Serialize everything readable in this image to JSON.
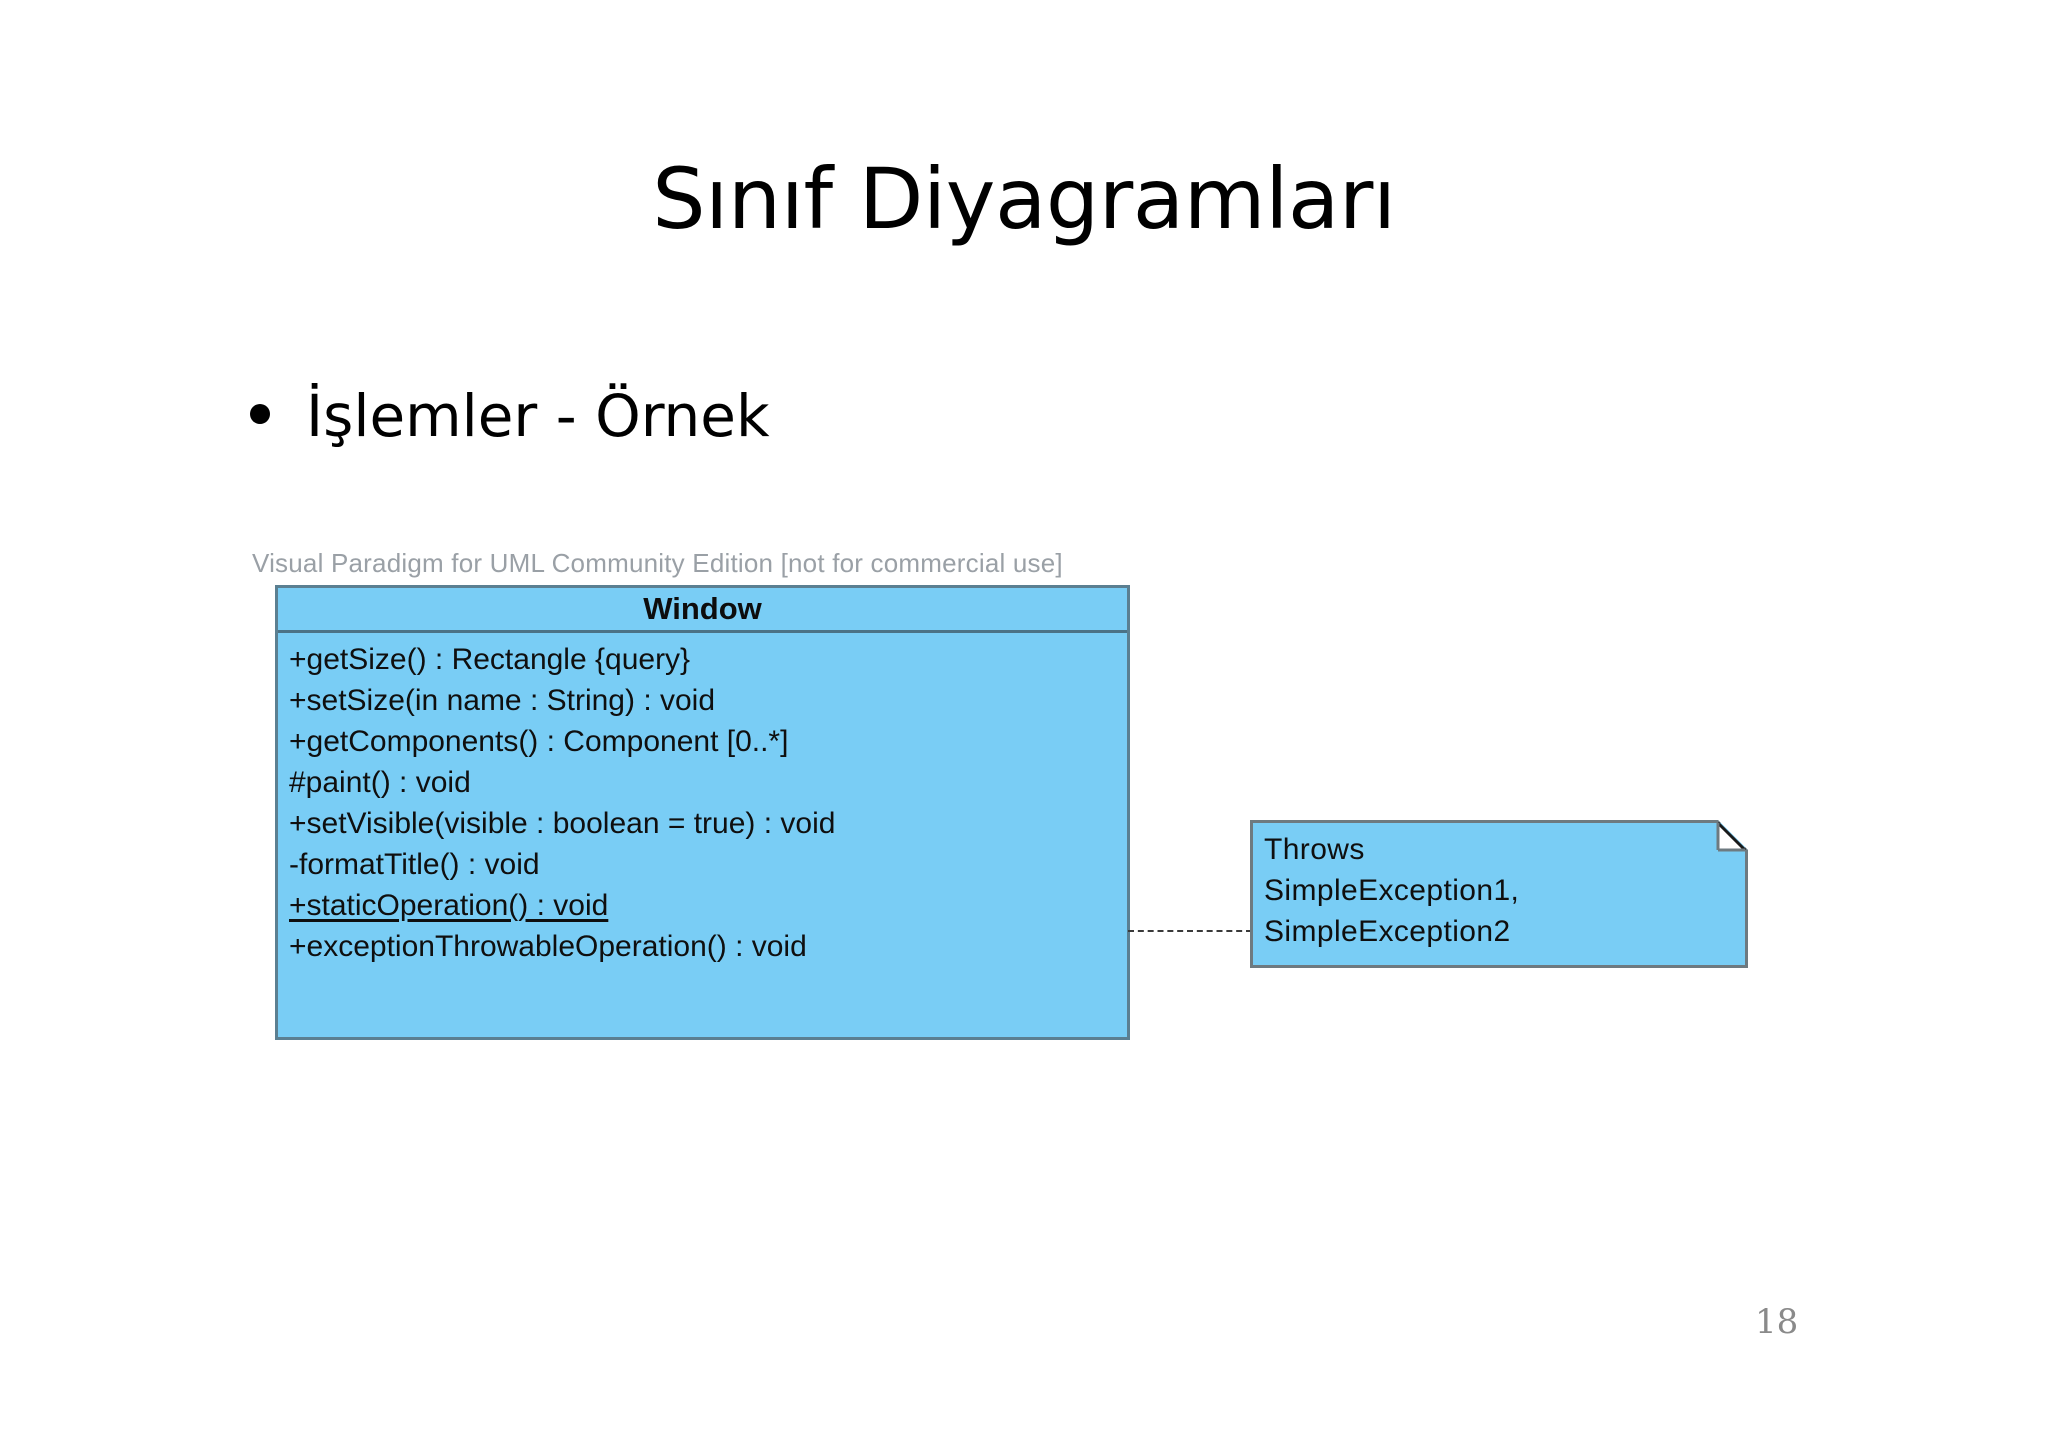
{
  "slide": {
    "title": "Sınıf Diyagramları",
    "page_number": "18",
    "bullet": {
      "marker": "bullet-dot",
      "text": "İşlemler - Örnek"
    }
  },
  "colors": {
    "class_fill": "#79cdf5",
    "class_border": "#5b7f91",
    "class_divider": "#4b7286",
    "note_fill": "#79cdf5",
    "note_border": "#6e7a80",
    "link_color": "#3a3a3a",
    "watermark_text": "#9aa0a6",
    "page_number_text": "#8a8a8a",
    "text": "#0f0f0f",
    "background": "#ffffff"
  },
  "diagram": {
    "watermark": "Visual Paradigm for UML Community Edition [not for commercial use]",
    "class": {
      "name": "Window",
      "operations": [
        {
          "text": "+getSize() : Rectangle {query}",
          "static": false
        },
        {
          "text": "+setSize(in name : String) : void",
          "static": false
        },
        {
          "text": "+getComponents() : Component [0..*]",
          "static": false
        },
        {
          "text": "#paint() : void",
          "static": false
        },
        {
          "text": "+setVisible(visible : boolean = true) : void",
          "static": false
        },
        {
          "text": "-formatTitle() : void",
          "static": false
        },
        {
          "text": "+staticOperation() : void",
          "static": true
        },
        {
          "text": "+exceptionThrowableOperation() : void",
          "static": false
        }
      ]
    },
    "note": {
      "lines": [
        "Throws",
        "SimpleException1,",
        "SimpleException2"
      ]
    },
    "link": {
      "style": "dashed",
      "label": ""
    }
  }
}
